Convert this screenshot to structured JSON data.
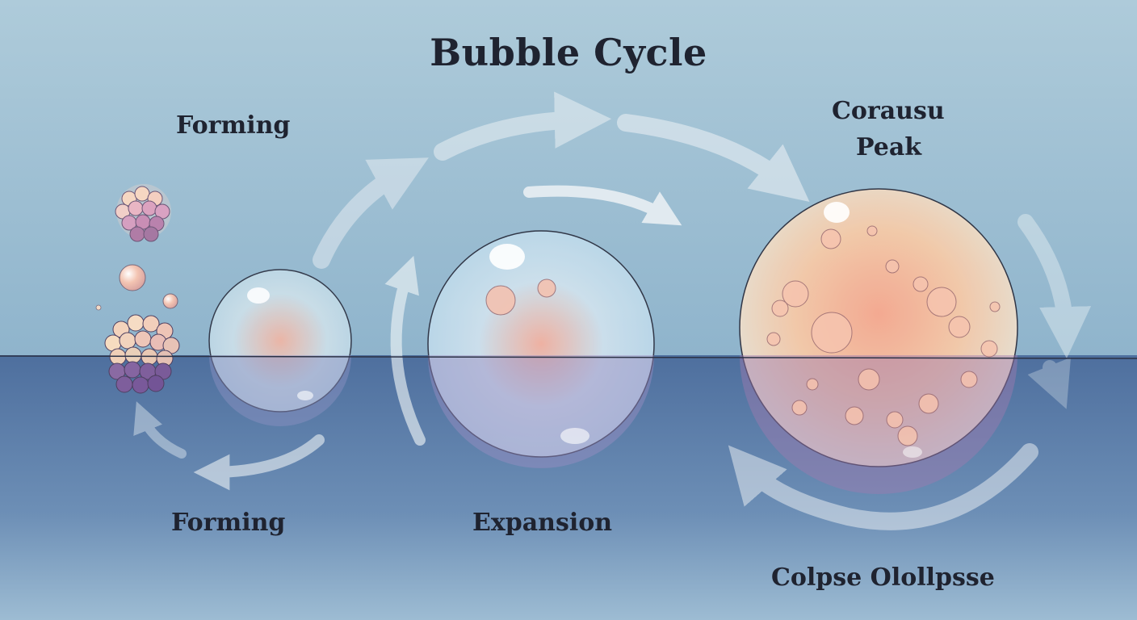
{
  "diagram": {
    "title": "Bubble Cycle",
    "labels": {
      "forming_top": "Forming",
      "peak_line1": "Corausu",
      "peak_line2": "Peak",
      "forming_bottom": "Forming",
      "expansion": "Expansion",
      "collapse": "Colpse Olollpsse"
    }
  },
  "colors": {
    "sky": "#a6c6d8",
    "water": "#5f81ab",
    "arrow": "#eef3f6",
    "text": "#1f2330",
    "bubble_warm": "#f4b79a",
    "bubble_cool": "#c9e3f2",
    "cluster_top": "#f6d7c2",
    "cluster_bottom": "#8a6aa3"
  }
}
